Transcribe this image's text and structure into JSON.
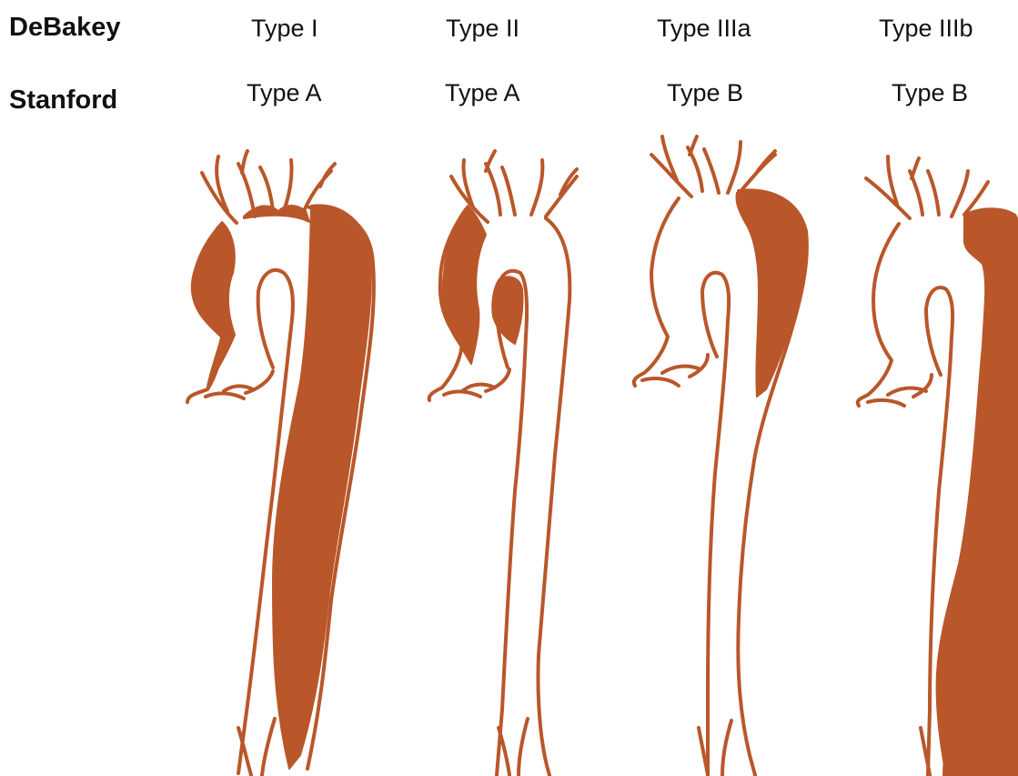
{
  "colors": {
    "dissection": "#b9572a",
    "background": "#ffffff",
    "text": "#111111"
  },
  "rows": {
    "debakey": "DeBakey",
    "stanford": "Stanford"
  },
  "types": [
    {
      "debakey": "Type I",
      "stanford": "Type A"
    },
    {
      "debakey": "Type II",
      "stanford": "Type A"
    },
    {
      "debakey": "Type IIIa",
      "stanford": "Type B"
    },
    {
      "debakey": "Type IIIb",
      "stanford": "Type B"
    }
  ]
}
